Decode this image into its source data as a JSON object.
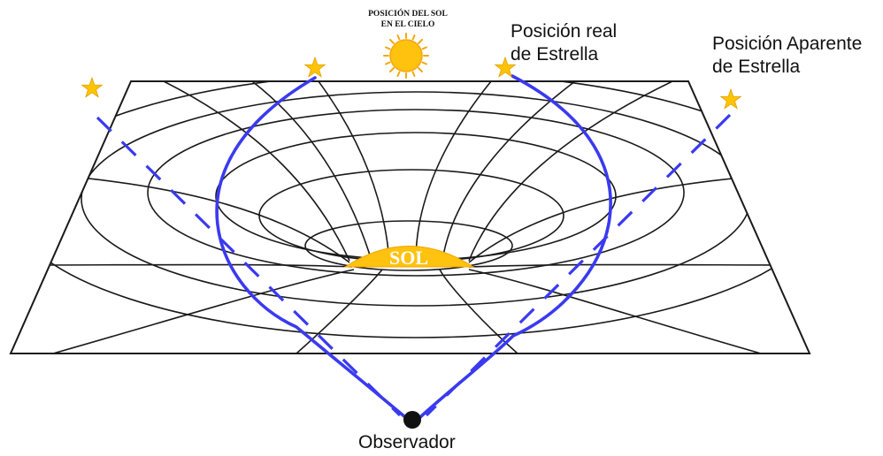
{
  "labels": {
    "sun_position_line1": "POSICIÓN DEL SOL",
    "sun_position_line2": "EN EL CIELO",
    "real_star_line1": "Posición real",
    "real_star_line2": "de Estrella",
    "apparent_star_line1": "Posición Aparente",
    "apparent_star_line2": "de Estrella",
    "sun": "SOL",
    "observer": "Observador"
  },
  "colors": {
    "grid": "#1a1a1a",
    "light_path": "#3a3af0",
    "star": "#ffc400",
    "sun": "#ffc20e",
    "sun_rays": "#f3a712",
    "observer": "#111111"
  },
  "legend": {
    "solid_line": "light-path-real",
    "dashed_line": "line-of-sight-apparent"
  }
}
